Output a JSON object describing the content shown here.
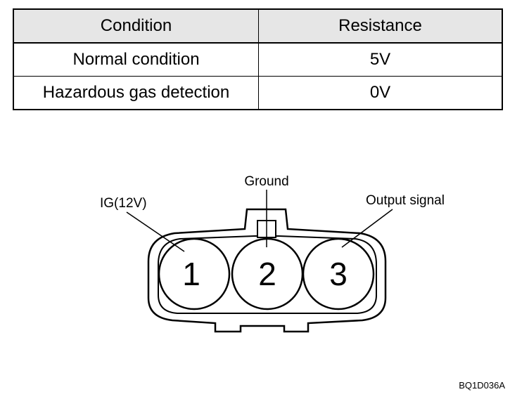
{
  "table": {
    "headers": [
      "Condition",
      "Resistance"
    ],
    "rows": [
      [
        "Normal condition",
        "5V"
      ],
      [
        "Hazardous gas detection",
        "0V"
      ]
    ]
  },
  "connector": {
    "pins": [
      {
        "number": "1",
        "label": "IG(12V)"
      },
      {
        "number": "2",
        "label": "Ground"
      },
      {
        "number": "3",
        "label": "Output signal"
      }
    ]
  },
  "figure_code": "BQ1D036A"
}
